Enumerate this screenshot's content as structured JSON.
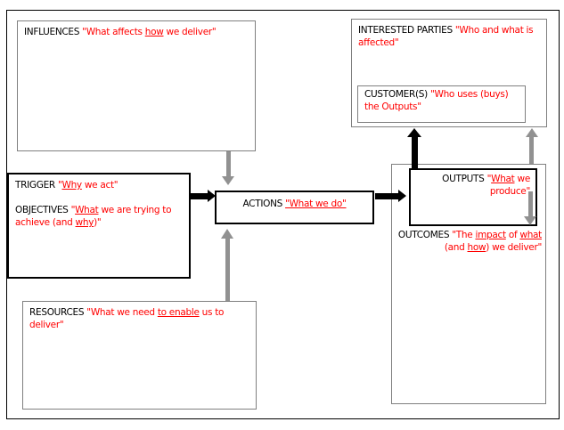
{
  "title": "Process model diagram: influences, trigger, objectives, resources, actions, outputs, outcomes, interested parties, customers",
  "colors": {
    "red_text": "#ff0000",
    "black": "#000000",
    "gray_border": "#7f7f7f",
    "gray_arrow": "#919191",
    "background": "#ffffff"
  },
  "boxes": {
    "influences": {
      "lines": [
        [
          {
            "t": "INFLUENCES ",
            "c": "black"
          },
          {
            "t": "\"What affects ",
            "c": "red"
          },
          {
            "t": "how",
            "c": "red",
            "u": true
          },
          {
            "t": " we deliver\"",
            "c": "red"
          }
        ]
      ]
    },
    "trigger": {
      "lines": [
        [
          {
            "t": "TRIGGER ",
            "c": "black"
          },
          {
            "t": "\"",
            "c": "red"
          },
          {
            "t": "Why",
            "c": "red",
            "u": true
          },
          {
            "t": " we act\"",
            "c": "red"
          }
        ]
      ]
    },
    "objectives": {
      "lines": [
        [
          {
            "t": "OBJECTIVES ",
            "c": "black"
          },
          {
            "t": "\"",
            "c": "red"
          },
          {
            "t": "What",
            "c": "red",
            "u": true
          },
          {
            "t": " we are trying to",
            "c": "red"
          }
        ],
        [
          {
            "t": "achieve (and ",
            "c": "red"
          },
          {
            "t": "why",
            "c": "red",
            "u": true
          },
          {
            "t": ")\"",
            "c": "red"
          }
        ]
      ]
    },
    "resources": {
      "lines": [
        [
          {
            "t": "RESOURCES ",
            "c": "black"
          },
          {
            "t": "\"What we need ",
            "c": "red"
          },
          {
            "t": "to enable",
            "c": "red",
            "u": true
          },
          {
            "t": " us to",
            "c": "red"
          }
        ],
        [
          {
            "t": "deliver\"",
            "c": "red"
          }
        ]
      ]
    },
    "actions": {
      "lines": [
        [
          {
            "t": "ACTIONS ",
            "c": "black"
          },
          {
            "t": "\"What we do\"",
            "c": "red",
            "u": true
          }
        ]
      ]
    },
    "interested_parties": {
      "lines": [
        [
          {
            "t": "INTERESTED PARTIES ",
            "c": "black"
          },
          {
            "t": "\"Who and what is",
            "c": "red"
          }
        ],
        [
          {
            "t": "affected\"",
            "c": "red"
          }
        ]
      ]
    },
    "customers": {
      "lines": [
        [
          {
            "t": "CUSTOMER(S) ",
            "c": "black"
          },
          {
            "t": "\"Who uses (buys)",
            "c": "red"
          }
        ],
        [
          {
            "t": "the Outputs\"",
            "c": "red"
          }
        ]
      ]
    },
    "outputs": {
      "lines": [
        [
          {
            "t": "OUTPUTS ",
            "c": "black"
          },
          {
            "t": "\"",
            "c": "red"
          },
          {
            "t": "What",
            "c": "red",
            "u": true
          },
          {
            "t": " we",
            "c": "red"
          }
        ],
        [
          {
            "t": "produce\"",
            "c": "red"
          }
        ]
      ]
    },
    "outcomes": {
      "lines": [
        [
          {
            "t": "OUTCOMES ",
            "c": "black"
          },
          {
            "t": "\"The ",
            "c": "red"
          },
          {
            "t": "impact",
            "c": "red",
            "u": true
          },
          {
            "t": " of ",
            "c": "red"
          },
          {
            "t": "what",
            "c": "red",
            "u": true
          }
        ],
        [
          {
            "t": "(and ",
            "c": "red"
          },
          {
            "t": "how",
            "c": "red",
            "u": true
          },
          {
            "t": ") we deliver\"",
            "c": "red"
          }
        ]
      ]
    }
  },
  "connections": [
    {
      "from": "trigger-objectives",
      "to": "actions",
      "color": "black",
      "direction": "right"
    },
    {
      "from": "actions",
      "to": "outputs",
      "color": "black",
      "direction": "right"
    },
    {
      "from": "outputs",
      "to": "customers",
      "color": "black",
      "direction": "up"
    },
    {
      "from": "influences",
      "to": "actions",
      "color": "gray",
      "direction": "down"
    },
    {
      "from": "resources",
      "to": "actions",
      "color": "gray",
      "direction": "up"
    },
    {
      "from": "outcomes",
      "to": "interested-parties",
      "color": "gray",
      "direction": "up"
    },
    {
      "from": "outputs",
      "to": "outcomes",
      "color": "gray",
      "direction": "down"
    }
  ]
}
